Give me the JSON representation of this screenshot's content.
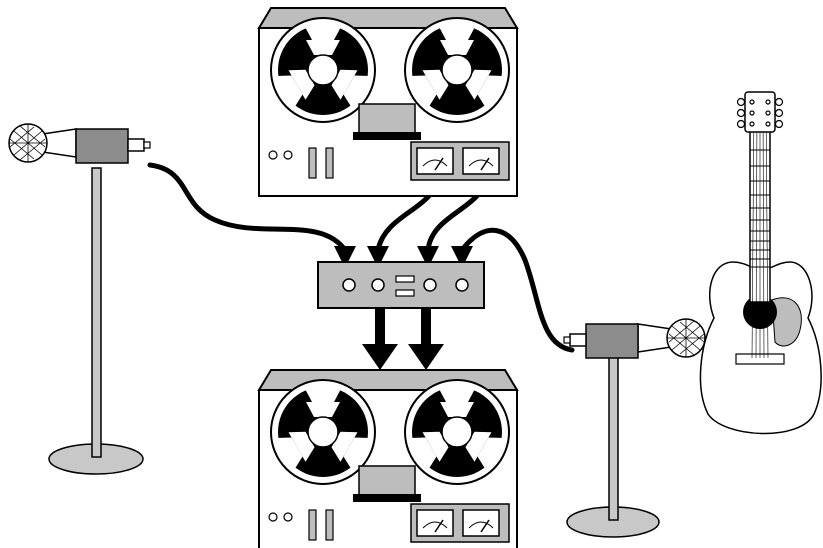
{
  "diagram": {
    "components": [
      {
        "id": "tape-deck-top",
        "icon": "reel-to-reel-tape-recorder",
        "role": "playback"
      },
      {
        "id": "microphone-left",
        "icon": "microphone-on-stand"
      },
      {
        "id": "microphone-right",
        "icon": "microphone-on-stand"
      },
      {
        "id": "mixer",
        "icon": "mixer-box",
        "inputs": 4,
        "outputs": 2
      },
      {
        "id": "tape-deck-bottom",
        "icon": "reel-to-reel-tape-recorder",
        "role": "recording"
      },
      {
        "id": "guitar",
        "icon": "acoustic-guitar"
      }
    ],
    "connections": [
      {
        "from": "microphone-left",
        "to": "mixer",
        "input": 1,
        "type": "cable"
      },
      {
        "from": "tape-deck-top",
        "to": "mixer",
        "input": 2,
        "type": "cable"
      },
      {
        "from": "tape-deck-top",
        "to": "mixer",
        "input": 3,
        "type": "cable"
      },
      {
        "from": "microphone-right",
        "to": "mixer",
        "input": 4,
        "type": "cable"
      },
      {
        "from": "mixer",
        "to": "tape-deck-bottom",
        "type": "arrow",
        "count": 2
      }
    ],
    "colors": {
      "outline": "#000000",
      "body": "#ffffff",
      "panel": "#bdbdbd",
      "dark_panel": "#8c8c8c",
      "stand": "#c8c8c8"
    }
  }
}
